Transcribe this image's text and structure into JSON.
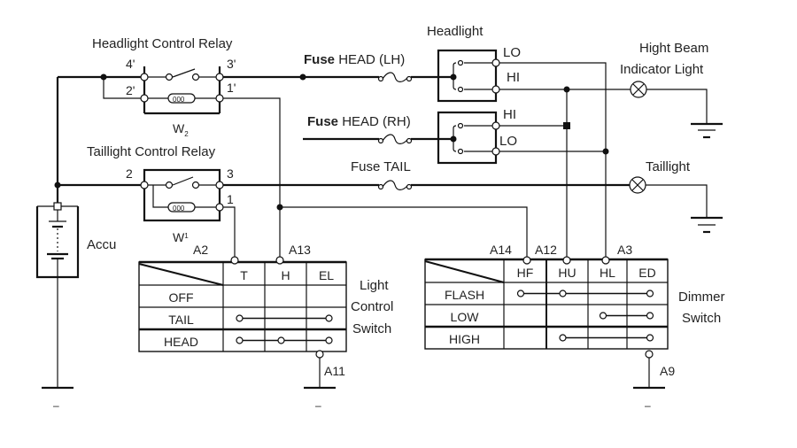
{
  "diagram": {
    "title": "Headlight and Taillight Wiring Diagram",
    "labels": {
      "headlight_control_relay": "Headlight Control Relay",
      "taillight_control_relay": "Taillight Control Relay",
      "headlight": "Headlight",
      "high_beam_indicator_line1": "Hight Beam",
      "high_beam_indicator_line2": "Indicator Light",
      "taillight": "Taillight",
      "accu": "Accu",
      "fuse_head_lh_bold": "Fuse",
      "fuse_head_lh_rest": "HEAD (LH)",
      "fuse_head_rh_bold": "Fuse",
      "fuse_head_rh_rest": "HEAD (RH)",
      "fuse_tail": "Fuse TAIL",
      "light_control_switch_1": "Light",
      "light_control_switch_2": "Control",
      "light_control_switch_3": "Switch",
      "dimmer_switch_1": "Dimmer",
      "dimmer_switch_2": "Switch",
      "w2": "W",
      "w2_sub": "2",
      "w1": "W",
      "w1_sub": "1"
    },
    "relay_pins": {
      "headlight": [
        "4'",
        "3'",
        "2'",
        "1'"
      ],
      "taillight": [
        "2",
        "3",
        "1"
      ]
    },
    "headlight_pins": {
      "lh": [
        "LO",
        "HI"
      ],
      "rh": [
        "HI",
        "LO"
      ]
    },
    "connectors": {
      "a2": "A2",
      "a13": "A13",
      "a11": "A11",
      "a14": "A14",
      "a12": "A12",
      "a3": "A3",
      "a9": "A9"
    },
    "ground_minus": "–",
    "light_control_switch": {
      "columns": [
        "T",
        "H",
        "EL"
      ],
      "rows": [
        {
          "label": "OFF",
          "connections": []
        },
        {
          "label": "TAIL",
          "connections": [
            "T",
            "EL"
          ]
        },
        {
          "label": "HEAD",
          "connections": [
            "T",
            "H",
            "EL"
          ]
        }
      ]
    },
    "dimmer_switch": {
      "columns": [
        "HF",
        "HU",
        "HL",
        "ED"
      ],
      "rows": [
        {
          "label": "FLASH",
          "connections": [
            "HF",
            "HU",
            "ED"
          ]
        },
        {
          "label": "LOW",
          "connections": [
            "HL",
            "ED"
          ]
        },
        {
          "label": "HIGH",
          "connections": [
            "HU",
            "ED"
          ]
        }
      ]
    }
  }
}
